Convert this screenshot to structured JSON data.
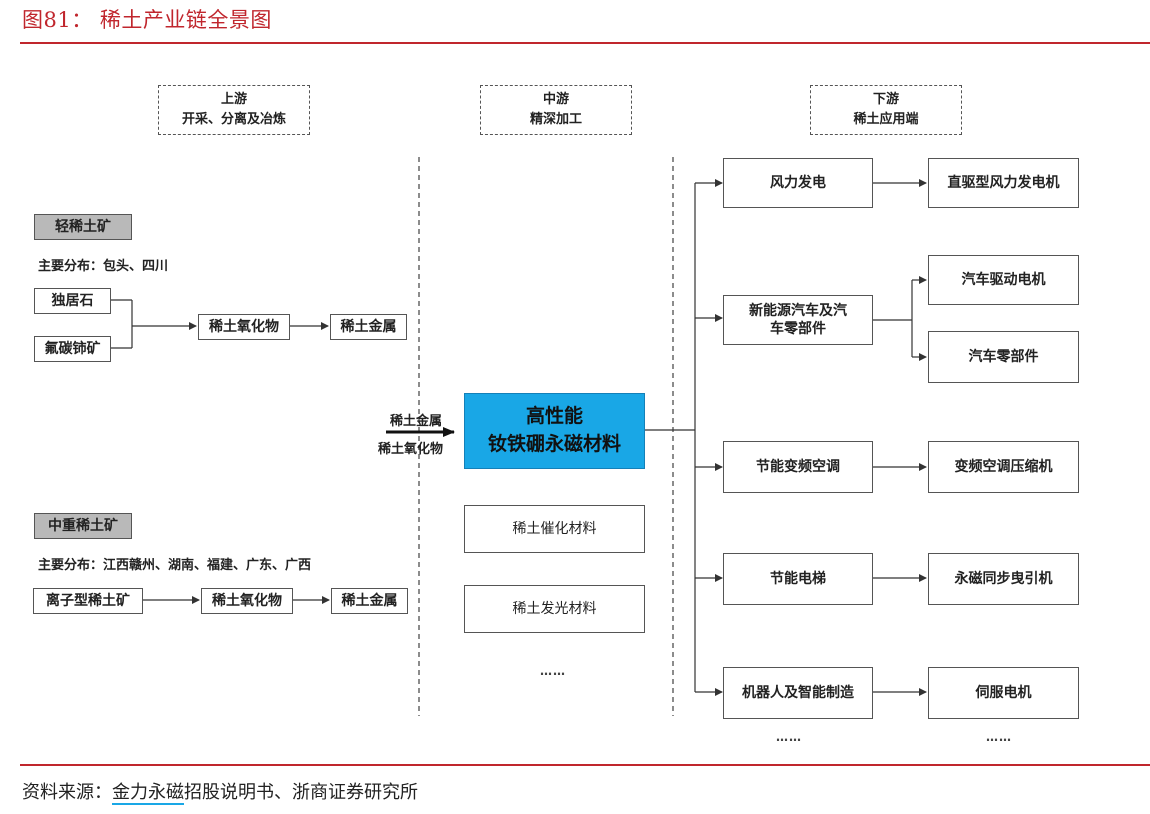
{
  "figure": {
    "title": "图81：  稀土产业链全景图"
  },
  "headers": {
    "upstream": {
      "line1": "上游",
      "line2": "开采、分离及冶炼"
    },
    "midstream": {
      "line1": "中游",
      "line2": "精深加工"
    },
    "downstream": {
      "line1": "下游",
      "line2": "稀土应用端"
    }
  },
  "upstream": {
    "light": {
      "label": "轻稀土矿",
      "distribution": "主要分布：包头、四川",
      "ore1": "独居石",
      "ore2": "氟碳铈矿",
      "oxide": "稀土氧化物",
      "metal": "稀土金属"
    },
    "heavy": {
      "label": "中重稀土矿",
      "distribution": "主要分布：江西赣州、湖南、福建、广东、广西",
      "ore": "离子型稀土矿",
      "oxide": "稀土氧化物",
      "metal": "稀土金属"
    },
    "input_arrow": {
      "line1": "稀土金属",
      "line2": "稀土氧化物"
    }
  },
  "midstream": {
    "main": {
      "line1": "高性能",
      "line2": "钕铁硼永磁材料"
    },
    "catalyst": "稀土催化材料",
    "luminescent": "稀土发光材料",
    "more": "……"
  },
  "downstream": {
    "apps": [
      {
        "name": "风力发电",
        "product": "直驱型风力发电机"
      },
      {
        "name": "新能源汽车及汽车零部件",
        "products": [
          "汽车驱动电机",
          "汽车零部件"
        ]
      },
      {
        "name": "节能变频空调",
        "product": "变频空调压缩机"
      },
      {
        "name": "节能电梯",
        "product": "永磁同步曳引机"
      },
      {
        "name": "机器人及智能制造",
        "product": "伺服电机"
      }
    ],
    "more_left": "……",
    "more_right": "……"
  },
  "source": {
    "prefix": "资料来源：",
    "highlight": "金力永磁",
    "rest": "招股说明书、浙商证券研究所"
  },
  "colors": {
    "accent_red": "#c0262d",
    "magnet_blue": "#19a7e6",
    "ore_gray": "#b9b9b9"
  }
}
